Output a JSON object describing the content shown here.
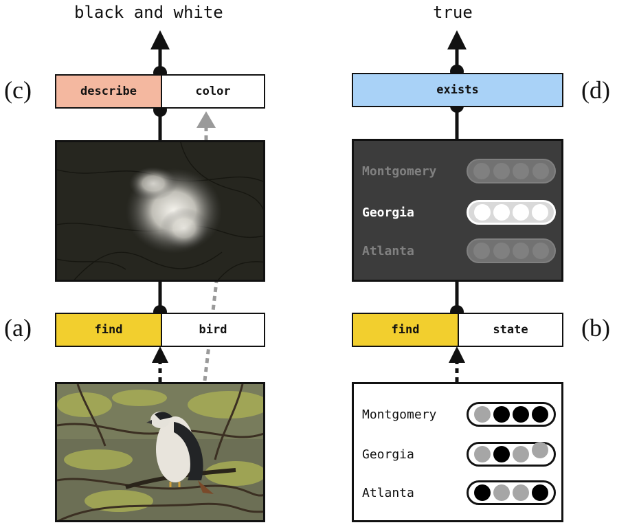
{
  "colors": {
    "describe": "#f4b8a0",
    "exists": "#a9d2f7",
    "find": "#f2cf2e",
    "attention_panel": "#3c3c3c",
    "dot_black": "#000000",
    "dot_gray": "#a6a6a6"
  },
  "left": {
    "output": "black and white",
    "panel_top_letter": "(c)",
    "panel_bottom_letter": "(a)",
    "top_module": {
      "op": "describe",
      "arg": "color"
    },
    "bottom_module": {
      "op": "find",
      "arg": "bird"
    },
    "input_image": "photo of a bird perched in a tree",
    "attention_image": "darkened photo with the bird highlighted"
  },
  "right": {
    "output": "true",
    "panel_top_letter": "(d)",
    "panel_bottom_letter": "(b)",
    "top_module": {
      "op": "exists"
    },
    "bottom_module": {
      "op": "find",
      "arg": "state"
    },
    "attention_rows": [
      {
        "label": "Montgomery",
        "opacity": 0.35
      },
      {
        "label": "Georgia",
        "opacity": 1.0
      },
      {
        "label": "Atlanta",
        "opacity": 0.35
      }
    ],
    "input_rows": [
      {
        "label": "Montgomery",
        "dots": [
          "gray",
          "black",
          "black",
          "black"
        ]
      },
      {
        "label": "Georgia",
        "dots": [
          "gray",
          "black",
          "gray",
          "gray"
        ]
      },
      {
        "label": "Atlanta",
        "dots": [
          "black",
          "gray",
          "gray",
          "black"
        ]
      }
    ]
  }
}
